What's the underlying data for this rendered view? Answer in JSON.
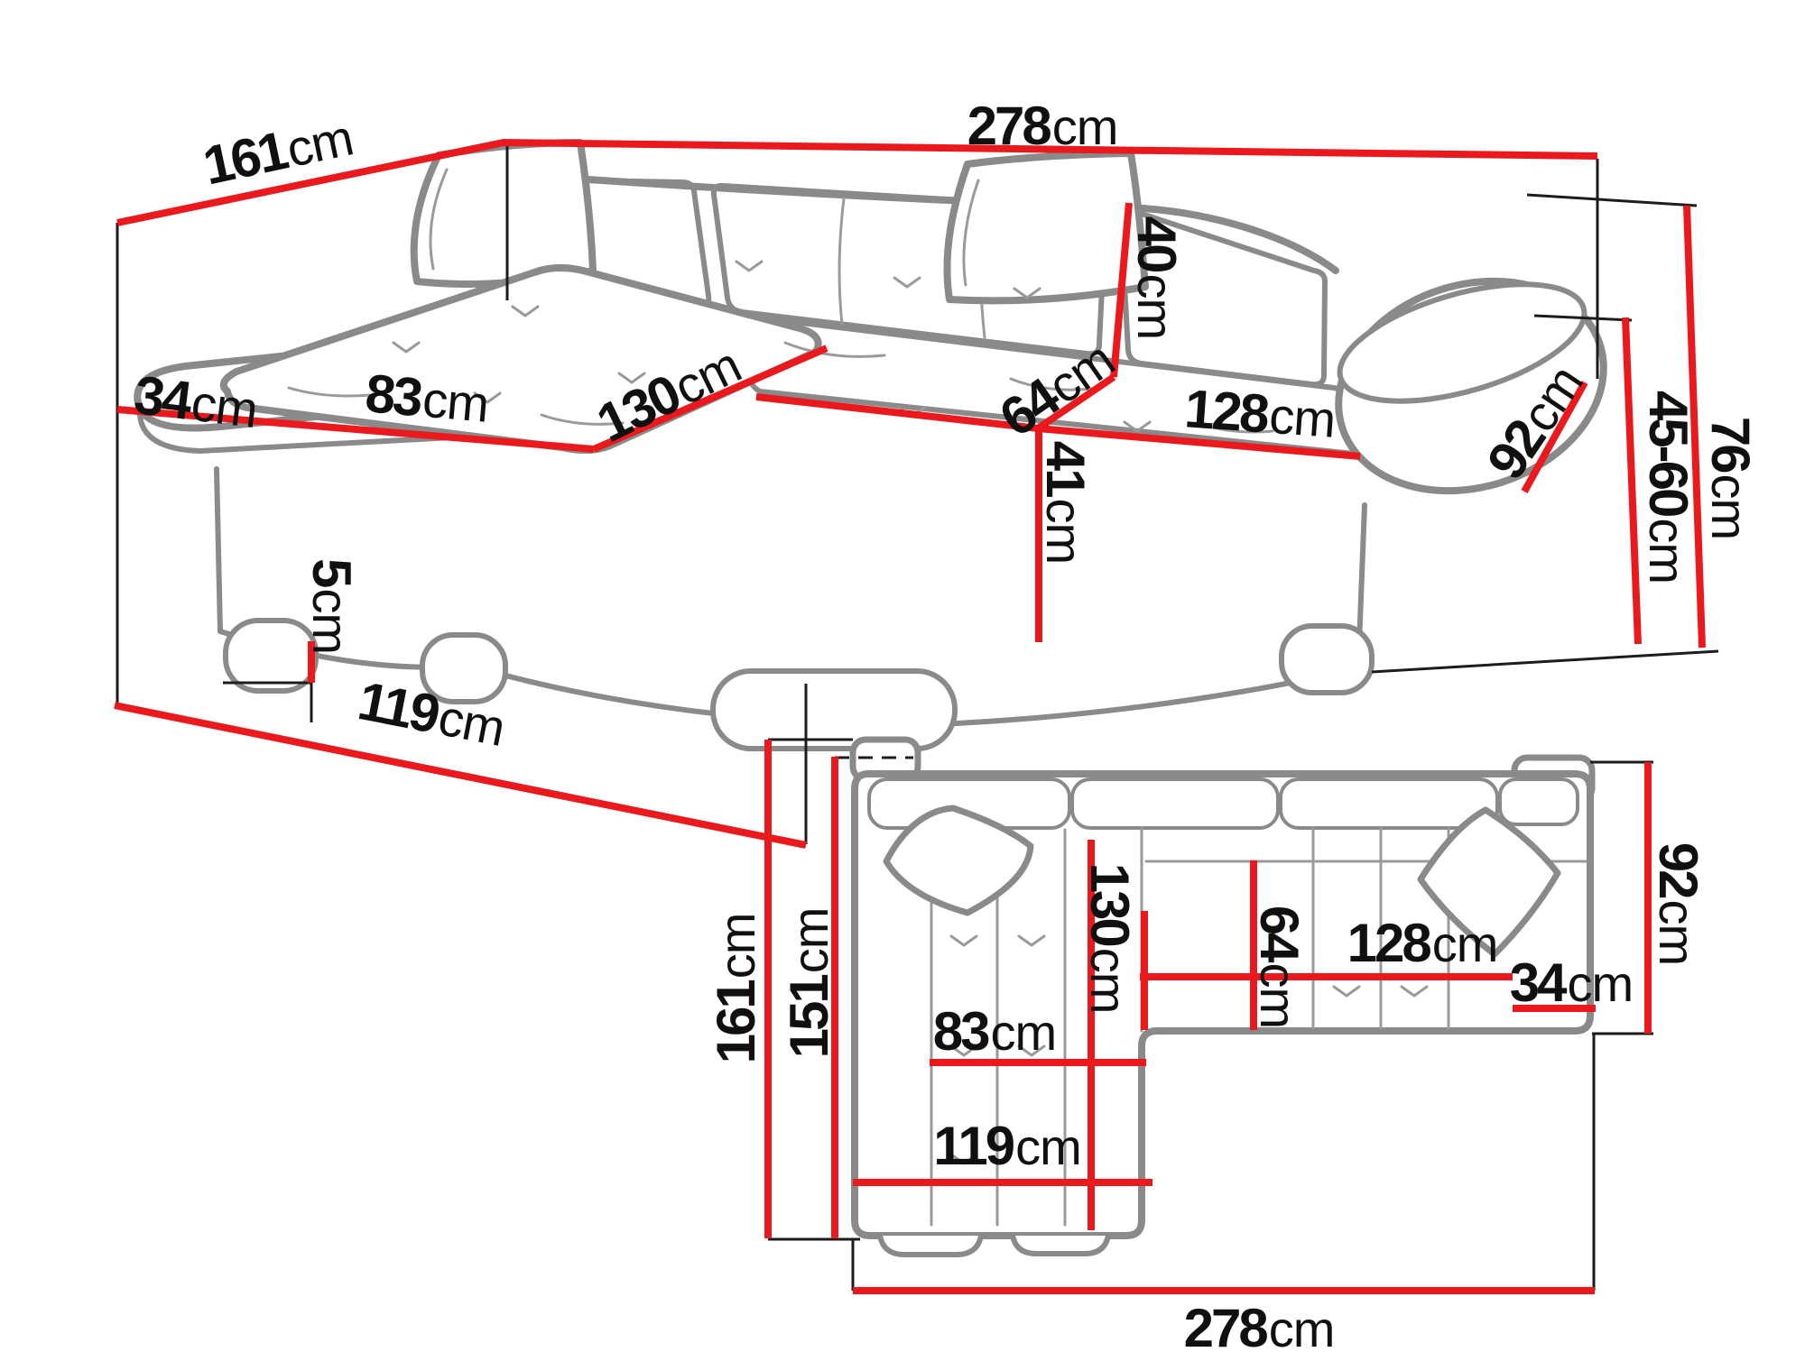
{
  "unit": "cm",
  "colors": {
    "background": "#ffffff",
    "dimension_line": "#e9191d",
    "sofa_outline": "#8a8a8a",
    "sofa_detail": "#9a9a9a",
    "extension_line": "#1c1c1c",
    "text": "#101010"
  },
  "top_view": {
    "description": "perspective view of corner sofa",
    "labels": {
      "depth_total": {
        "num": "161",
        "unit": "cm"
      },
      "width_total": {
        "num": "278",
        "unit": "cm"
      },
      "backrest_height": {
        "num": "40",
        "unit": "cm"
      },
      "seat_depth": {
        "num": "64",
        "unit": "cm"
      },
      "seat_width": {
        "num": "128",
        "unit": "cm"
      },
      "armrest_length": {
        "num": "92",
        "unit": "cm"
      },
      "total_height": {
        "num": "76",
        "unit": "cm"
      },
      "backrest_top_height": {
        "num": "45-60",
        "unit": "cm"
      },
      "armrest_width": {
        "num": "34",
        "unit": "cm"
      },
      "chaise_cushion_width": {
        "num": "83",
        "unit": "cm"
      },
      "chaise_length": {
        "num": "130",
        "unit": "cm"
      },
      "seat_height": {
        "num": "41",
        "unit": "cm"
      },
      "leg_height": {
        "num": "5",
        "unit": "cm"
      },
      "chaise_depth": {
        "num": "119",
        "unit": "cm"
      }
    }
  },
  "plan_view": {
    "description": "top-down plan view of corner sofa",
    "labels": {
      "depth_total": {
        "num": "161",
        "unit": "cm"
      },
      "depth_inner": {
        "num": "151",
        "unit": "cm"
      },
      "chaise_length": {
        "num": "130",
        "unit": "cm"
      },
      "seat_depth": {
        "num": "64",
        "unit": "cm"
      },
      "seat_width": {
        "num": "128",
        "unit": "cm"
      },
      "armrest_width": {
        "num": "34",
        "unit": "cm"
      },
      "armrest_length": {
        "num": "92",
        "unit": "cm"
      },
      "chaise_cushion_width": {
        "num": "83",
        "unit": "cm"
      },
      "chaise_depth": {
        "num": "119",
        "unit": "cm"
      },
      "width_total": {
        "num": "278",
        "unit": "cm"
      }
    }
  }
}
